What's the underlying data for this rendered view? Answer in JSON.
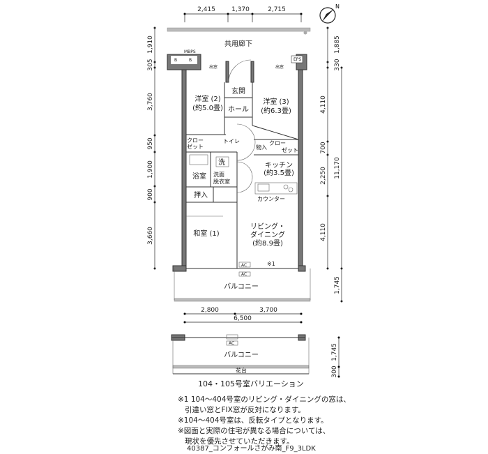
{
  "dims": {
    "top": [
      "2,415",
      "1,370",
      "2,715"
    ],
    "left": [
      "1,910",
      "305",
      "3,760",
      "950",
      "1,900",
      "900",
      "3,660"
    ],
    "right": [
      "1,885",
      "330",
      "4,110",
      "700",
      "2,250",
      "4,110",
      "11,170",
      "1,745"
    ],
    "bottom": [
      "2,800",
      "3,700",
      "6,500"
    ],
    "variation_right": [
      "1,745",
      "300"
    ]
  },
  "labels": {
    "corridor": "共用廊下",
    "mbps": "MBPS",
    "eps": "EPS",
    "b": "B",
    "deai_left": "出窓",
    "deai_right": "出窓",
    "genkan": "玄関",
    "hall": "ホール",
    "yoshitsu2": "洋室 (2)",
    "yoshitsu2_size": "(約5.0畳)",
    "yoshitsu3": "洋室 (3)",
    "yoshitsu3_size": "(約6.3畳)",
    "closet_left_1": "クロー",
    "closet_left_2": "ゼット",
    "toilet": "トイレ",
    "storage": "物入",
    "closet_right_1": "クロー",
    "closet_right_2": "ゼット",
    "wash": "洗",
    "bath": "浴室",
    "washroom_1": "洗面",
    "washroom_2": "脱衣室",
    "kitchen": "キッチン",
    "kitchen_size": "(約3.5畳)",
    "counter": "カウンター",
    "oshiire": "押入",
    "washitsu": "和室 (1)",
    "living_1": "リビング・",
    "living_2": "ダイニング",
    "living_size": "(約8.9畳)",
    "note_mark": "※1",
    "ac": "AC",
    "balcony": "バルコニー",
    "variation_ac": "AC",
    "variation_balcony": "バルコニー",
    "kadai": "花台",
    "north": "N"
  },
  "variation_title": "104・105号室バリエーション",
  "notes": [
    "※1 104～404号室のリビング・ダイニングの窓は、\n   引違い窓とFIX窓が反対になります。",
    "※104～404号室は、反転タイプとなります。",
    "※図面と実際の住宅が異なる場合については、\n   現状を優先させていただきます。"
  ],
  "footer": "40387_コンフォールさがみ南_F9_3LDK"
}
